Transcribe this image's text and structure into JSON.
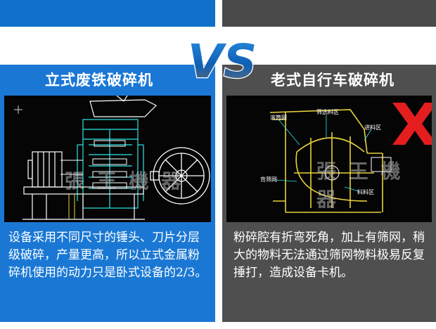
{
  "vs_text": "VS",
  "left": {
    "title": "立式废铁破碎机",
    "description": "设备采用不同尺寸的锤头、刀片分层级破碎，产量更高，所以立式金属粉碎机使用的动力只是卧式设备的2/3。",
    "watermark": "張 王 機 器"
  },
  "right": {
    "title": "老式自行车破碎机",
    "description": "粉碎腔有折弯死角，加上有筛网，稍大的物料无法通过筛网物料极易反复捶打，造成设备卡机。",
    "watermark": "張 王 機 器",
    "labels": {
      "screen_area": "筛选料区",
      "anvil_net": "滚筒网",
      "feed_zone": "进料区",
      "back_net": "背筛网",
      "discharge_zone": "料料区"
    }
  },
  "colors": {
    "left_blue": "#1a78d4",
    "right_gray": "#4f4f4f",
    "cad_cyan": "#2ee6e6",
    "cad_yellow": "#e8d23a",
    "cross_red": "#e41e1e"
  }
}
